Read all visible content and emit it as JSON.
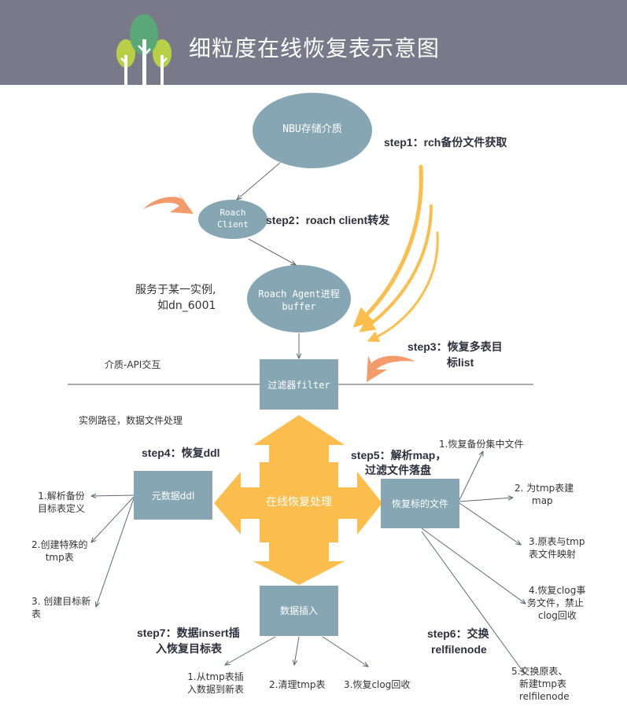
{
  "header": {
    "title": "细粒度在线恢复表示意图"
  },
  "colors": {
    "header_bg": "#7a7989",
    "node": "#86a6b4",
    "center": "#fbbd4b",
    "arrow_yellow": "#fbbd4b",
    "arrow_orange": "#f59a6a",
    "tree_green": "#5aa878",
    "tree_lime": "#b9cf45"
  },
  "nodes": {
    "nbu": "NBU存储介质",
    "roach_client": "Roach Client",
    "roach_agent_line1": "Roach Agent进程",
    "roach_agent_line2": "buffer",
    "filter": "过滤器filter",
    "metadata": "元数据ddl",
    "center": "在线恢复处理",
    "restore_files": "恢复标的文件",
    "insert": "数据插入"
  },
  "steps": {
    "step1": "step1：rch备份文件获取",
    "step2": "step2：roach client转发",
    "step3_line1": "step3：恢复多表目",
    "step3_line2": "标list",
    "step4": "step4：恢复ddl",
    "step5_line1": "step5：解析map，",
    "step5_line2": "过滤文件落盘",
    "step6_line1": "step6：交换",
    "step6_line2": "relfilenode",
    "step7_line1": "step7：数据insert插",
    "step7_line2": "入恢复目标表"
  },
  "notes": {
    "serve_line1": "服务于某一实例,",
    "serve_line2": "如dn_6001",
    "api": "介质-API交互",
    "instance_path": "实例路径，数据文件处理"
  },
  "ddl_items": [
    [
      "1.解析备份",
      "目标表定义"
    ],
    [
      "2.创建特殊的",
      "tmp表"
    ],
    [
      "3. 创建目标新",
      "表"
    ]
  ],
  "restore_items": [
    [
      "1.恢复备份集中文件"
    ],
    [
      "2. 为tmp表建",
      "map"
    ],
    [
      "3.原表与tmp",
      "表文件映射"
    ],
    [
      "4.恢复clog事",
      "务文件，禁止",
      "clog回收"
    ],
    [
      "5.交换原表、",
      "新建tmp表",
      "relfilenode"
    ]
  ],
  "insert_items": [
    [
      "1.从tmp表插",
      "入数据到新表"
    ],
    [
      "2.清理tmp表"
    ],
    [
      "3.恢复clog回收"
    ]
  ]
}
